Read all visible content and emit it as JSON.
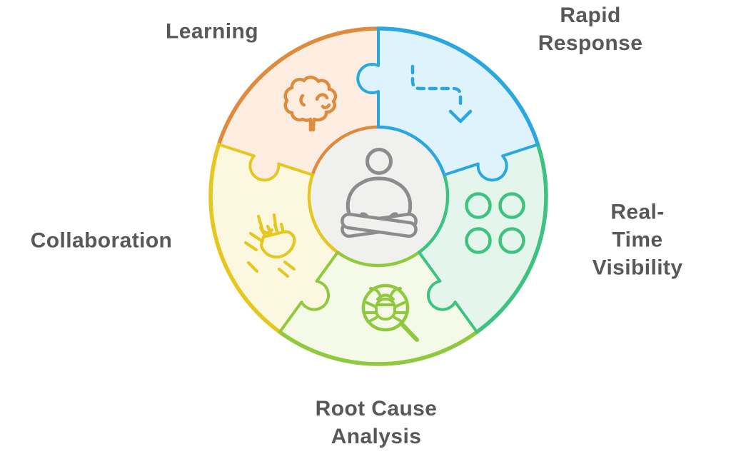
{
  "diagram": {
    "type": "circular-puzzle-infographic",
    "center_icon": "meditating-person",
    "colors": {
      "orange": "#DE8B3E",
      "blue": "#2BA7E0",
      "green": "#3DC282",
      "lime": "#90C93D",
      "yellow": "#E5C71F",
      "orange_fill": "#FCEDE0",
      "blue_fill": "#DFF3FC",
      "green_fill": "#E4F5EC",
      "lime_fill": "#F5F9E7",
      "yellow_fill": "#FBF8DF",
      "label_text": "#57585A",
      "center_fill": "#F0F0EF",
      "center_icon_stroke": "#8C8C8D"
    },
    "segments": [
      {
        "id": "learning",
        "label": "Learning",
        "icon": "brain-icon",
        "stroke": "#DE8B3E",
        "fill": "#FCEDE0",
        "start_angle": 90,
        "end_angle": 162,
        "bump_start": 0,
        "bump_end": 1
      },
      {
        "id": "rapid-response",
        "label": "Rapid Response",
        "icon": "dashed-arrow-icon",
        "stroke": "#2BA7E0",
        "fill": "#DFF3FC",
        "start_angle": 18,
        "end_angle": 90,
        "bump_start": -1,
        "bump_end": 1
      },
      {
        "id": "real-time-visibility",
        "label": "Real-Time\nVisibility",
        "icon": "dots-grid-icon",
        "stroke": "#3DC282",
        "fill": "#E4F5EC",
        "start_angle": -54,
        "end_angle": 18,
        "bump_start": -1,
        "bump_end": 0
      },
      {
        "id": "root-cause-analysis",
        "label": "Root Cause\nAnalysis",
        "icon": "bug-magnifier-icon",
        "stroke": "#90C93D",
        "fill": "#F5F9E7",
        "start_angle": -126,
        "end_angle": -54,
        "bump_start": 0,
        "bump_end": 0
      },
      {
        "id": "collaboration",
        "label": "Collaboration",
        "icon": "hands-together-icon",
        "stroke": "#E5C71F",
        "fill": "#FBF8DF",
        "start_angle": 162,
        "end_angle": 234,
        "bump_start": 0,
        "bump_end": 1
      }
    ],
    "edges": [
      {
        "angle": 90,
        "color": "#2BA7E0",
        "bulge": 1
      },
      {
        "angle": 18,
        "color": "#2BA7E0",
        "bulge": -1
      },
      {
        "angle": -54,
        "color": "#3DC282",
        "bulge": -1
      },
      {
        "angle": 234,
        "color": "#90C93D",
        "bulge": 1
      },
      {
        "angle": 162,
        "color": "#E5C71F",
        "bulge": 1
      }
    ]
  }
}
